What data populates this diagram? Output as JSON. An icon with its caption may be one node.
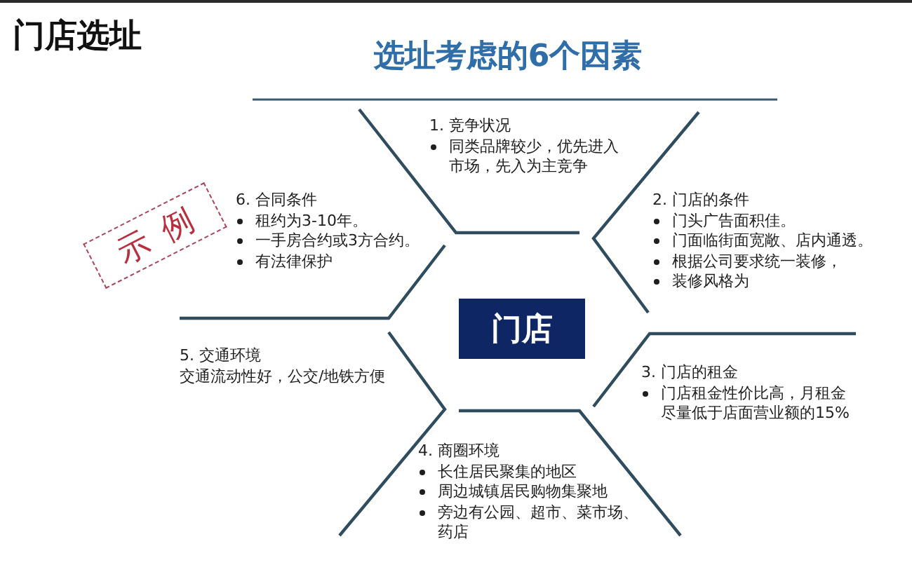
{
  "diagram": {
    "title": "选址考虑的6个因素",
    "nodes": [
      {
        "text": [
          "门店"
        ]
      },
      {
        "text": [
          "1. 竞争状况",
          "同类品牌较少，优先进入市场，先入为主竞争"
        ]
      },
      {
        "text": [
          "2. 门店的条件",
          "门头广告面积佳。",
          "门面临街面宽敞、店内通透。",
          "根据公司要求统一装修，",
          "装修风格为"
        ]
      },
      {
        "text": [
          "3. 门店的租金",
          "门店租金性价比高，月租金尽量低于店面营业额的15%"
        ]
      },
      {
        "text": [
          "4. 商圈环境",
          "长住居民聚集的地区",
          "周边城镇居民购物集聚地",
          "旁边有公园、超市、菜市场、药店"
        ]
      },
      {
        "text": [
          "5. 交通环境",
          "交通流动性好，公交/地铁方便"
        ]
      },
      {
        "text": [
          "6. 合同条件",
          "租约为3-10年。",
          "一手房合约或3方合约。",
          "有法律保护"
        ]
      }
    ],
    "labels": [
      "门店选址",
      "示例"
    ]
  }
}
